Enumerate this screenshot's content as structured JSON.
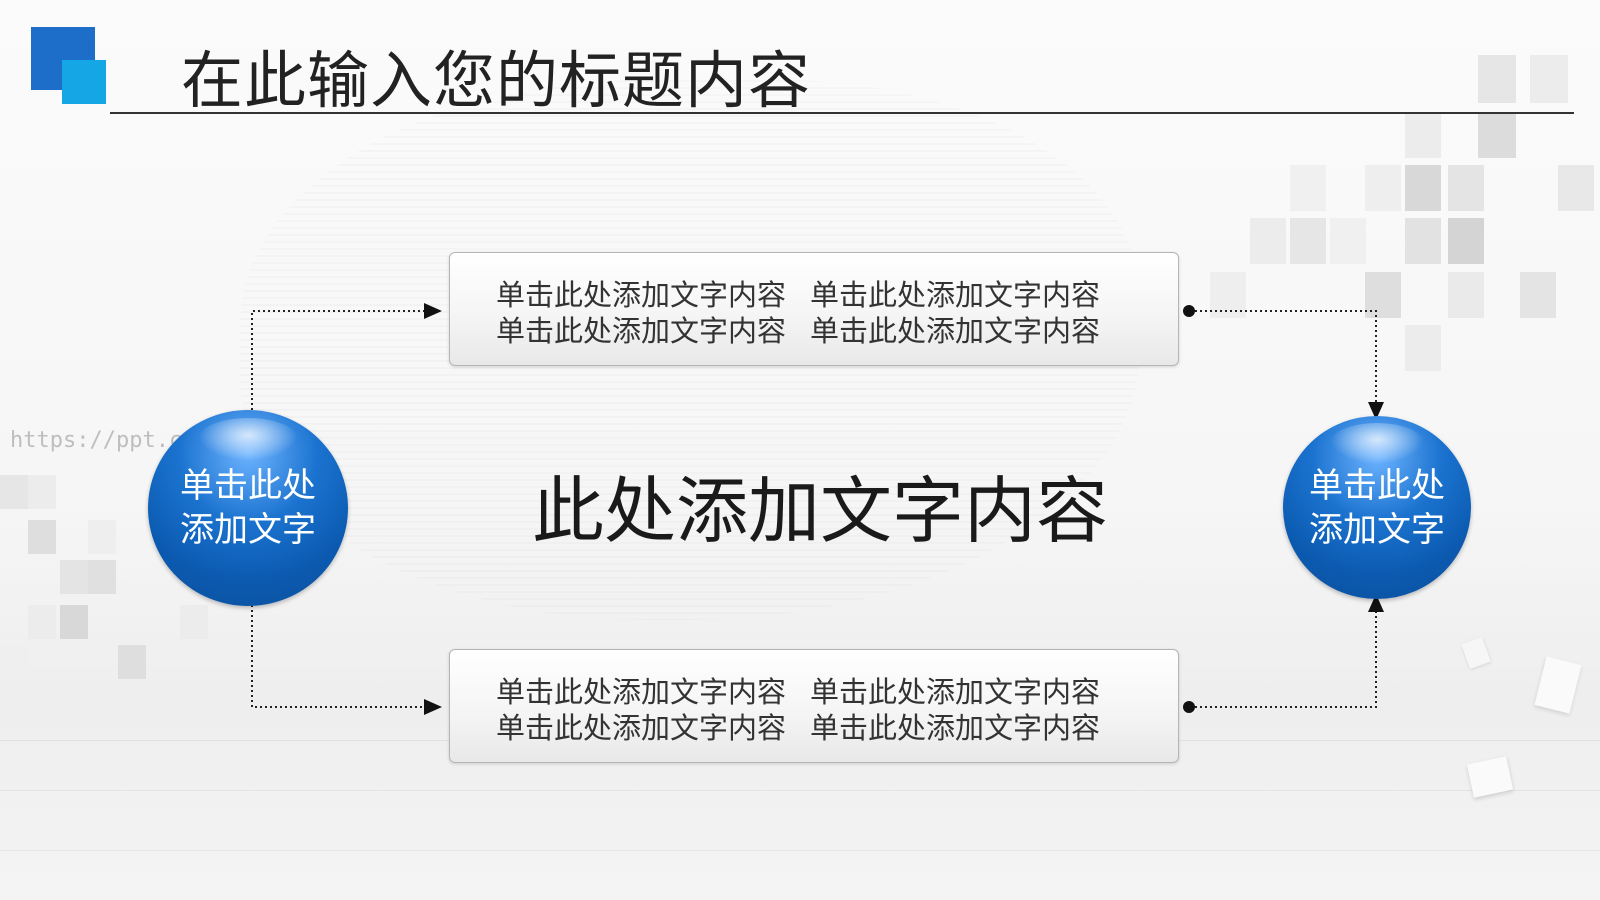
{
  "title": "在此输入您的标题内容",
  "center_text": "此处添加文字内容",
  "left_circle": {
    "line1": "单击此处",
    "line2": "添加文字"
  },
  "right_circle": {
    "line1": "单击此处",
    "line2": "添加文字"
  },
  "top_box": {
    "row1": [
      "单击此处添加文字内容",
      "单击此处添加文字内容"
    ],
    "row2": [
      "单击此处添加文字内容",
      "单击此处添加文字内容"
    ]
  },
  "bottom_box": {
    "row1": [
      "单击此处添加文字内容",
      "单击此处添加文字内容"
    ],
    "row2": [
      "单击此处添加文字内容",
      "单击此处添加文字内容"
    ]
  },
  "watermark": "https://ppt.ctili.de",
  "colors": {
    "accent_dark": "#1d6ec9",
    "accent_light": "#15a6e6",
    "circle_blue": "#0b5ab0",
    "text": "#222222"
  }
}
